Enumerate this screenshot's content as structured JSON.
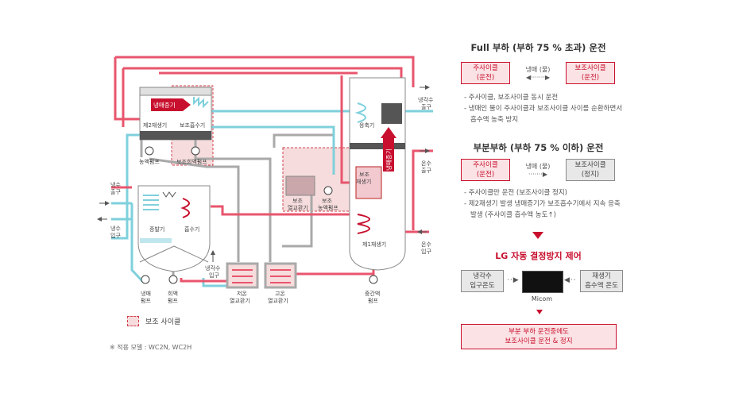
{
  "diagram": {
    "components": {
      "refrigerant_vapor": "냉매증기",
      "regen2": "제2재생기",
      "aux_absorber": "보조흡수기",
      "sol_pump": "농액펌프",
      "aux_dilute_pump": "보조희액펌프",
      "condenser": "응축기",
      "aux_regen_l1": "보조",
      "aux_regen_l2": "재생기",
      "aux_hx_l1": "보조",
      "aux_hx_l2": "열교환기",
      "aux_conc_pump_l1": "보조",
      "aux_conc_pump_l2": "농액펌프",
      "evaporator": "증발기",
      "absorber": "흡수기",
      "regen1": "제1재생기",
      "refrigerant_pump_l1": "냉매",
      "refrigerant_pump_l2": "펌프",
      "dilute_pump_l1": "희액",
      "dilute_pump_l2": "펌프",
      "cooling_inlet_l1": "냉각수",
      "cooling_inlet_l2": "입구",
      "low_hx_l1": "저온",
      "low_hx_l2": "열교환기",
      "high_hx_l1": "고온",
      "high_hx_l2": "열교환기",
      "mid_pump_l1": "중간액",
      "mid_pump_l2": "펌프",
      "vapor_vertical": "냉매증기"
    },
    "ports": {
      "chilled_out_l1": "냉수",
      "chilled_out_l2": "출구",
      "chilled_in_l1": "냉수",
      "chilled_in_l2": "입구",
      "cooling_out_l1": "냉각수",
      "cooling_out_l2": "출구",
      "hot_out_l1": "온수",
      "hot_out_l2": "출구",
      "hot_in_l1": "온수",
      "hot_in_l2": "입구"
    },
    "legend": "보조 사이클",
    "note": "※ 적용 모델 : WC2N, WC2H",
    "colors": {
      "red": "#c8102e",
      "pink": "#e8556d",
      "cyan": "#7fd0dc",
      "gray": "#a9a9a9",
      "aux_fill": "#f6dcdc"
    }
  },
  "panel": {
    "full": {
      "title": "Full 부하 (부하 75 % 초과) 운전",
      "main_l1": "주사이클",
      "main_l2": "(운전)",
      "medium_l1": "냉매 (물)",
      "medium_l2": "◀·······▶",
      "aux_l1": "보조사이클",
      "aux_l2": "(운전)",
      "bullets": [
        "주사이클, 보조사이클 동시 운전",
        "냉매인 물이 주사이클과 보조사이클 사이를 순환하면서 흡수액 농축 방지"
      ]
    },
    "partial": {
      "title": "부분부하 (부하 75 % 이하) 운전",
      "main_l1": "주사이클",
      "main_l2": "(운전)",
      "medium_l1": "냉매 (물)",
      "medium_l2": "·······▶",
      "aux_l1": "보조사이클",
      "aux_l2": "(정지)",
      "bullets": [
        "주사이클만 운전 (보조사이클 정지)",
        "제2재생기 발생 냉매증기가 보조흡수기에서 지속 응축 발생 (주사이클 흡수액 농도↑)"
      ]
    },
    "control": {
      "title": "LG 자동 결정방지 제어",
      "left_l1": "냉각수",
      "left_l2": "입구온도",
      "right_l1": "재생기",
      "right_l2": "흡수액 온도",
      "micom": "Micom",
      "result_l1": "부분 부하 운전중에도",
      "result_l2": "보조사이클 운전 & 정지"
    }
  }
}
